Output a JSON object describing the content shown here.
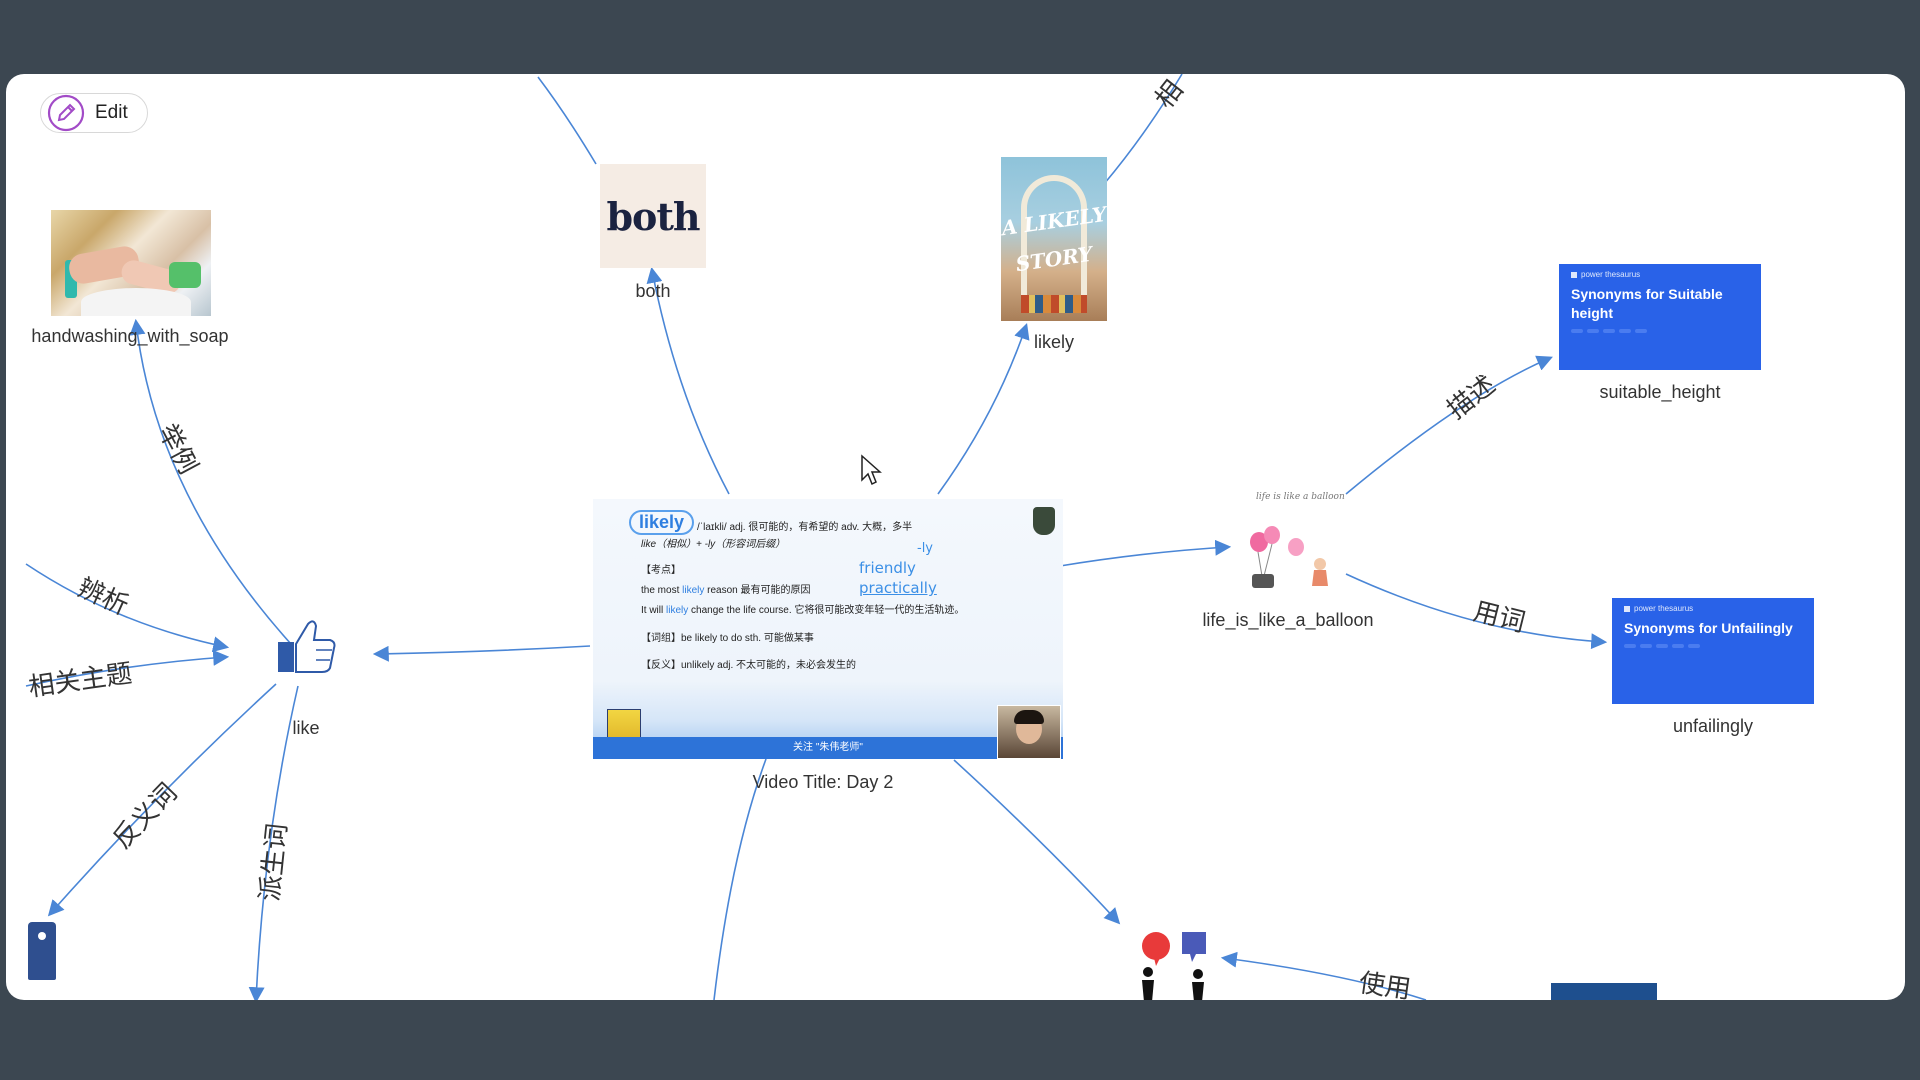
{
  "toolbar": {
    "edit_label": "Edit"
  },
  "nodes": {
    "handwashing": {
      "label": "handwashing_with_soap"
    },
    "both": {
      "label": "both",
      "image_text": "both"
    },
    "likely": {
      "label": "likely",
      "image_title_line1": "A LIKELY",
      "image_title_line2": "STORY"
    },
    "suitable_height": {
      "label": "suitable_height",
      "card_source": "power thesaurus",
      "card_title": "Synonyms for Suitable height"
    },
    "unfailingly": {
      "label": "unfailingly",
      "card_source": "power thesaurus",
      "card_title": "Synonyms for Unfailingly"
    },
    "balloon": {
      "label": "life_is_like_a_balloon",
      "image_caption": "life is like a balloon"
    },
    "video": {
      "label": "Video Title: Day 2",
      "headword": "likely",
      "line1": "/ˈlaɪkli/  adj. 很可能的，有希望的  adv. 大概，多半",
      "line2": "like（相似）+ -ly（形容词后缀）",
      "line3": "【考点】",
      "line4a": "the most ",
      "line4b": "likely",
      "line4c": " reason  最有可能的原因",
      "line5a": "It will ",
      "line5b": "likely",
      "line5c": " change the life course.  它将很可能改变年轻一代的生活轨迹。",
      "line6": "【词组】be likely to do sth.  可能做某事",
      "line7": "【反义】unlikely  adj. 不太可能的，未必会发生的",
      "hand1": "-ly",
      "hand2": "friendly",
      "hand3": "practically",
      "bar_text": "关注 \"朱伟老师\""
    },
    "like": {
      "label": "like"
    }
  },
  "edge_labels": {
    "example": "举例",
    "distinguish": "辨析",
    "related_topic": "相关主题",
    "antonym": "反义词",
    "derivative": "派生词",
    "describe": "描述",
    "word_usage": "用词",
    "use": "使用",
    "related_partial": "相"
  },
  "colors": {
    "edge": "#4a86d6",
    "card": "#2962e8",
    "frame": "#3c4751"
  }
}
